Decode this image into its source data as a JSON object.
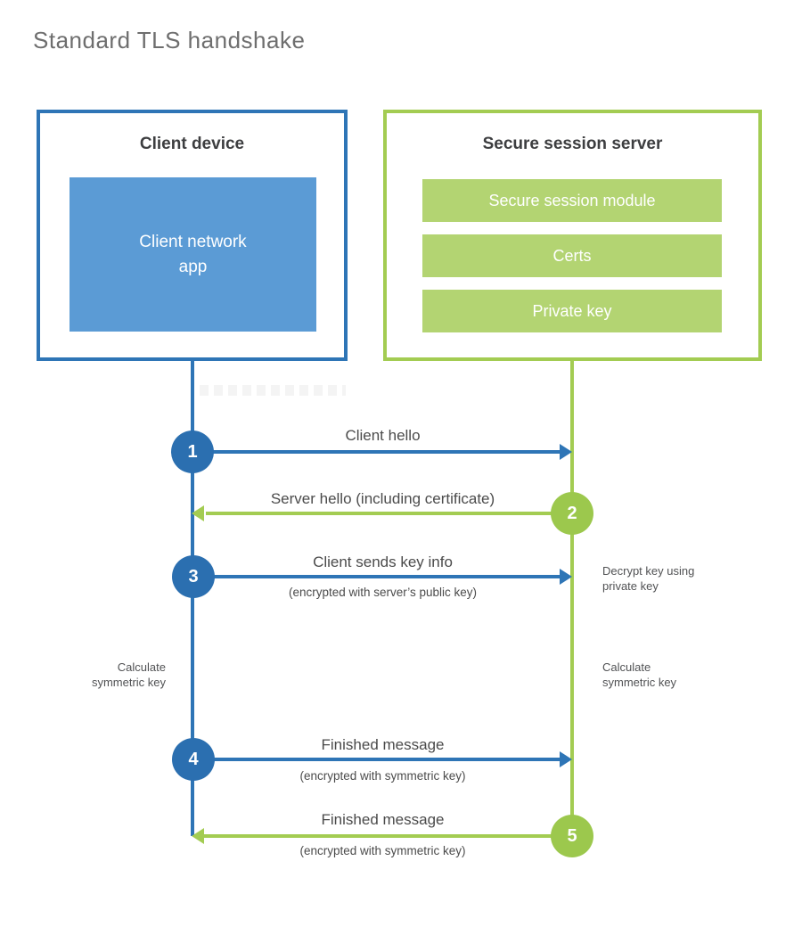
{
  "page": {
    "title": "Standard TLS handshake"
  },
  "colors": {
    "blue_border": "#2e75b6",
    "blue_fill": "#5b9bd5",
    "blue_circle": "#2b6fb0",
    "green_border": "#a3cc52",
    "green_fill": "#b3d472",
    "green_circle": "#9cc84d",
    "heading_text": "#3d3e40",
    "label_text": "#4b4b4b",
    "title_text": "#6e6e6e"
  },
  "client_box": {
    "title": "Client device",
    "module": "Client network\napp"
  },
  "server_box": {
    "title": "Secure session server",
    "modules": [
      "Secure session module",
      "Certs",
      "Private key"
    ]
  },
  "steps": [
    {
      "num": "1",
      "actor": "client",
      "direction": "right",
      "label": "Client hello",
      "sub": ""
    },
    {
      "num": "2",
      "actor": "server",
      "direction": "left",
      "label": "Server hello (including certificate)",
      "sub": ""
    },
    {
      "num": "3",
      "actor": "client",
      "direction": "right",
      "label": "Client sends key info",
      "sub": "(encrypted with server’s public key)"
    },
    {
      "num": "4",
      "actor": "client",
      "direction": "right",
      "label": "Finished message",
      "sub": "(encrypted with symmetric key)"
    },
    {
      "num": "5",
      "actor": "server",
      "direction": "left",
      "label": "Finished message",
      "sub": "(encrypted with symmetric key)"
    }
  ],
  "annotations": {
    "decrypt": "Decrypt key using\nprivate key",
    "calc_left": "Calculate\nsymmetric key",
    "calc_right": "Calculate\nsymmetric key"
  }
}
